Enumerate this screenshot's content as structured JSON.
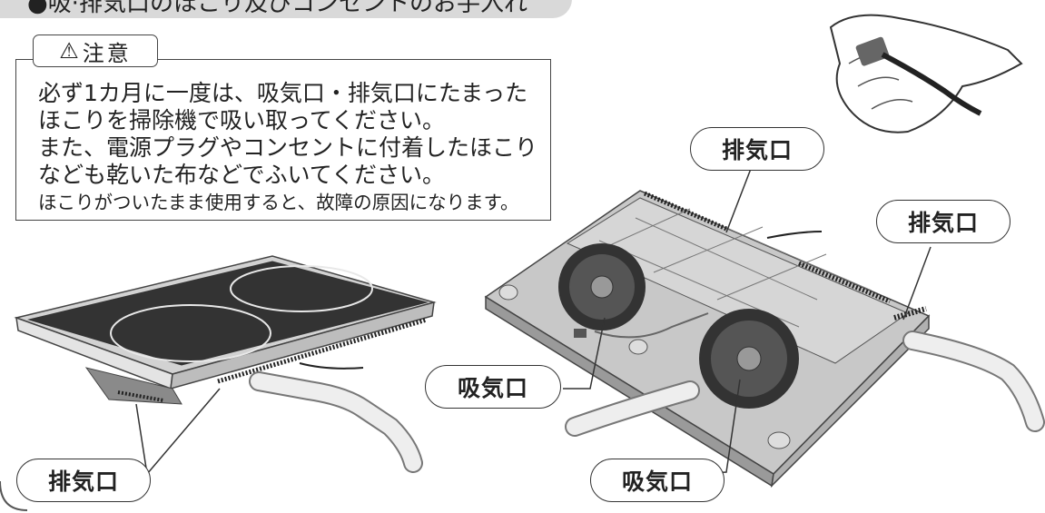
{
  "section_title": "●吸·排気口のほこり及びコンセントのお手入れ",
  "caution": {
    "icon": "warning-triangle-icon",
    "label": "注意",
    "lines": [
      "必ず1カ月に一度は、吸気口・排気口にたまった",
      "ほこりを掃除機で吸い取ってください。",
      "また、電源プラグやコンセントに付着したほこり",
      "なども乾いた布などでふいてください。",
      "ほこりがついたまま使用すると、故障の原因になります。"
    ]
  },
  "labels": {
    "exhaust_top": "排気口",
    "exhaust_right": "排気口",
    "intake_left": "吸気口",
    "intake_bottom": "吸気口",
    "exhaust_left_unit": "排気口"
  }
}
